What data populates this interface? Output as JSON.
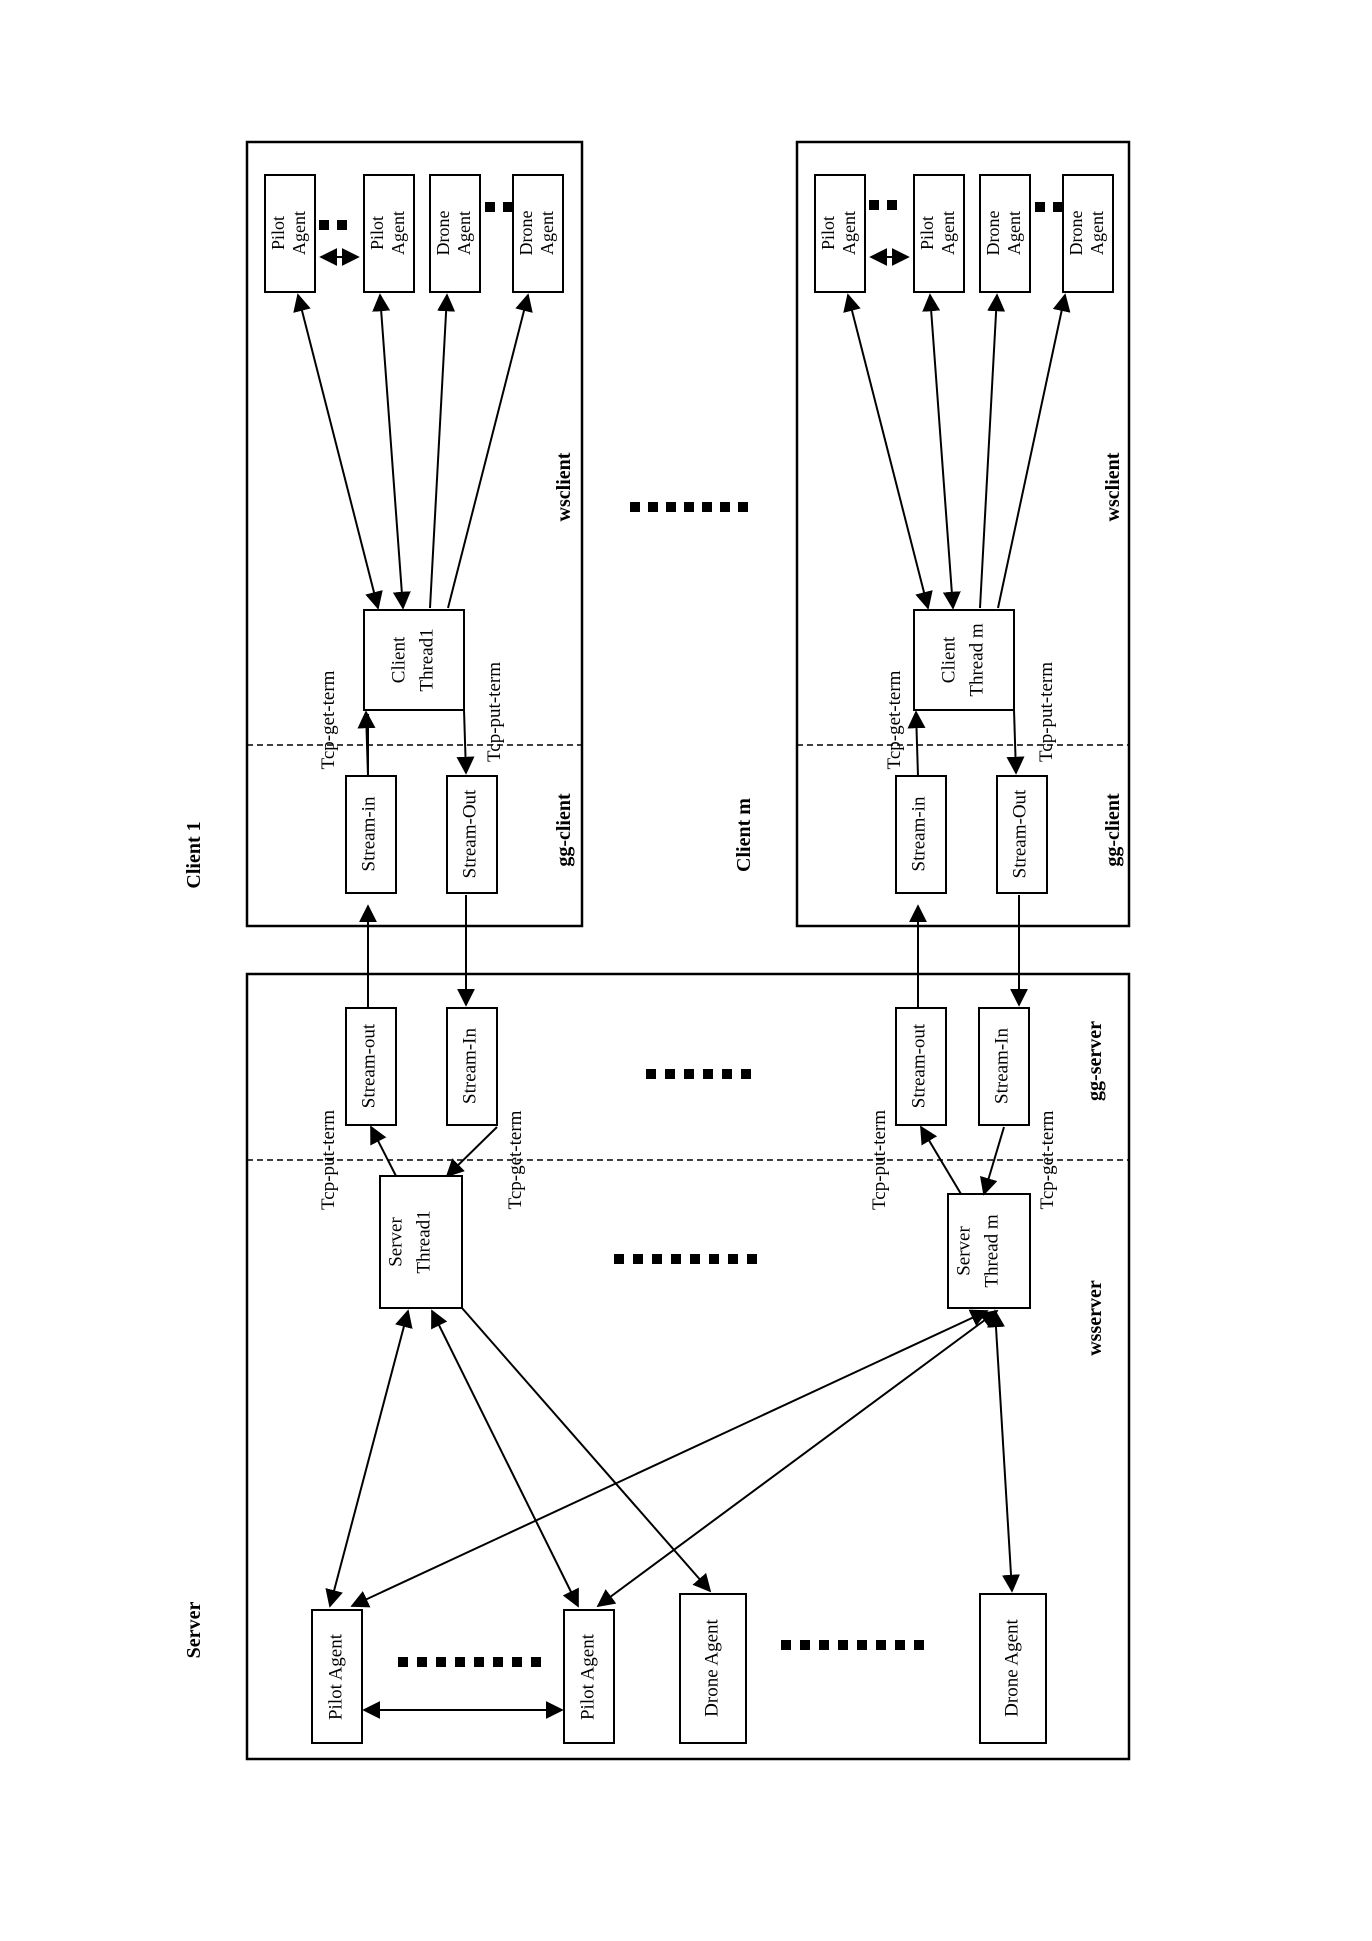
{
  "titles": {
    "server": "Server",
    "client1": "Client  1",
    "clientm": "Client  m"
  },
  "sections": {
    "wsserver": "wsserver",
    "gg_server": "gg-server",
    "wsclient": "wsclient",
    "gg_client": "gg-client"
  },
  "server": {
    "thread1": [
      "Server",
      "Thread1"
    ],
    "threadm": [
      "Server",
      "Thread m"
    ],
    "pilot_agent": "Pilot Agent",
    "drone_agent": "Drone Agent",
    "stream_out": "Stream-out",
    "stream_in": "Stream-In",
    "tcp_put": "Tcp-put-term",
    "tcp_get": "Tcp-get-term"
  },
  "client1": {
    "thread": [
      "Client",
      "Thread1"
    ],
    "stream_in": "Stream-in",
    "stream_out": "Stream-Out",
    "tcp_get": "Tcp-get-term",
    "tcp_put": "Tcp-put-term",
    "pilot_agent": [
      "Pilot",
      "Agent"
    ],
    "drone_agent": [
      "Drone",
      "Agent"
    ]
  },
  "clientm": {
    "thread": [
      "Client",
      "Thread m"
    ],
    "stream_in": "Stream-in",
    "stream_out": "Stream-Out",
    "tcp_get": "Tcp-get-term",
    "tcp_put": "Tcp-put-term",
    "pilot_agent": [
      "Pilot",
      "Agent"
    ],
    "drone_agent": [
      "Drone",
      "Agent"
    ]
  }
}
